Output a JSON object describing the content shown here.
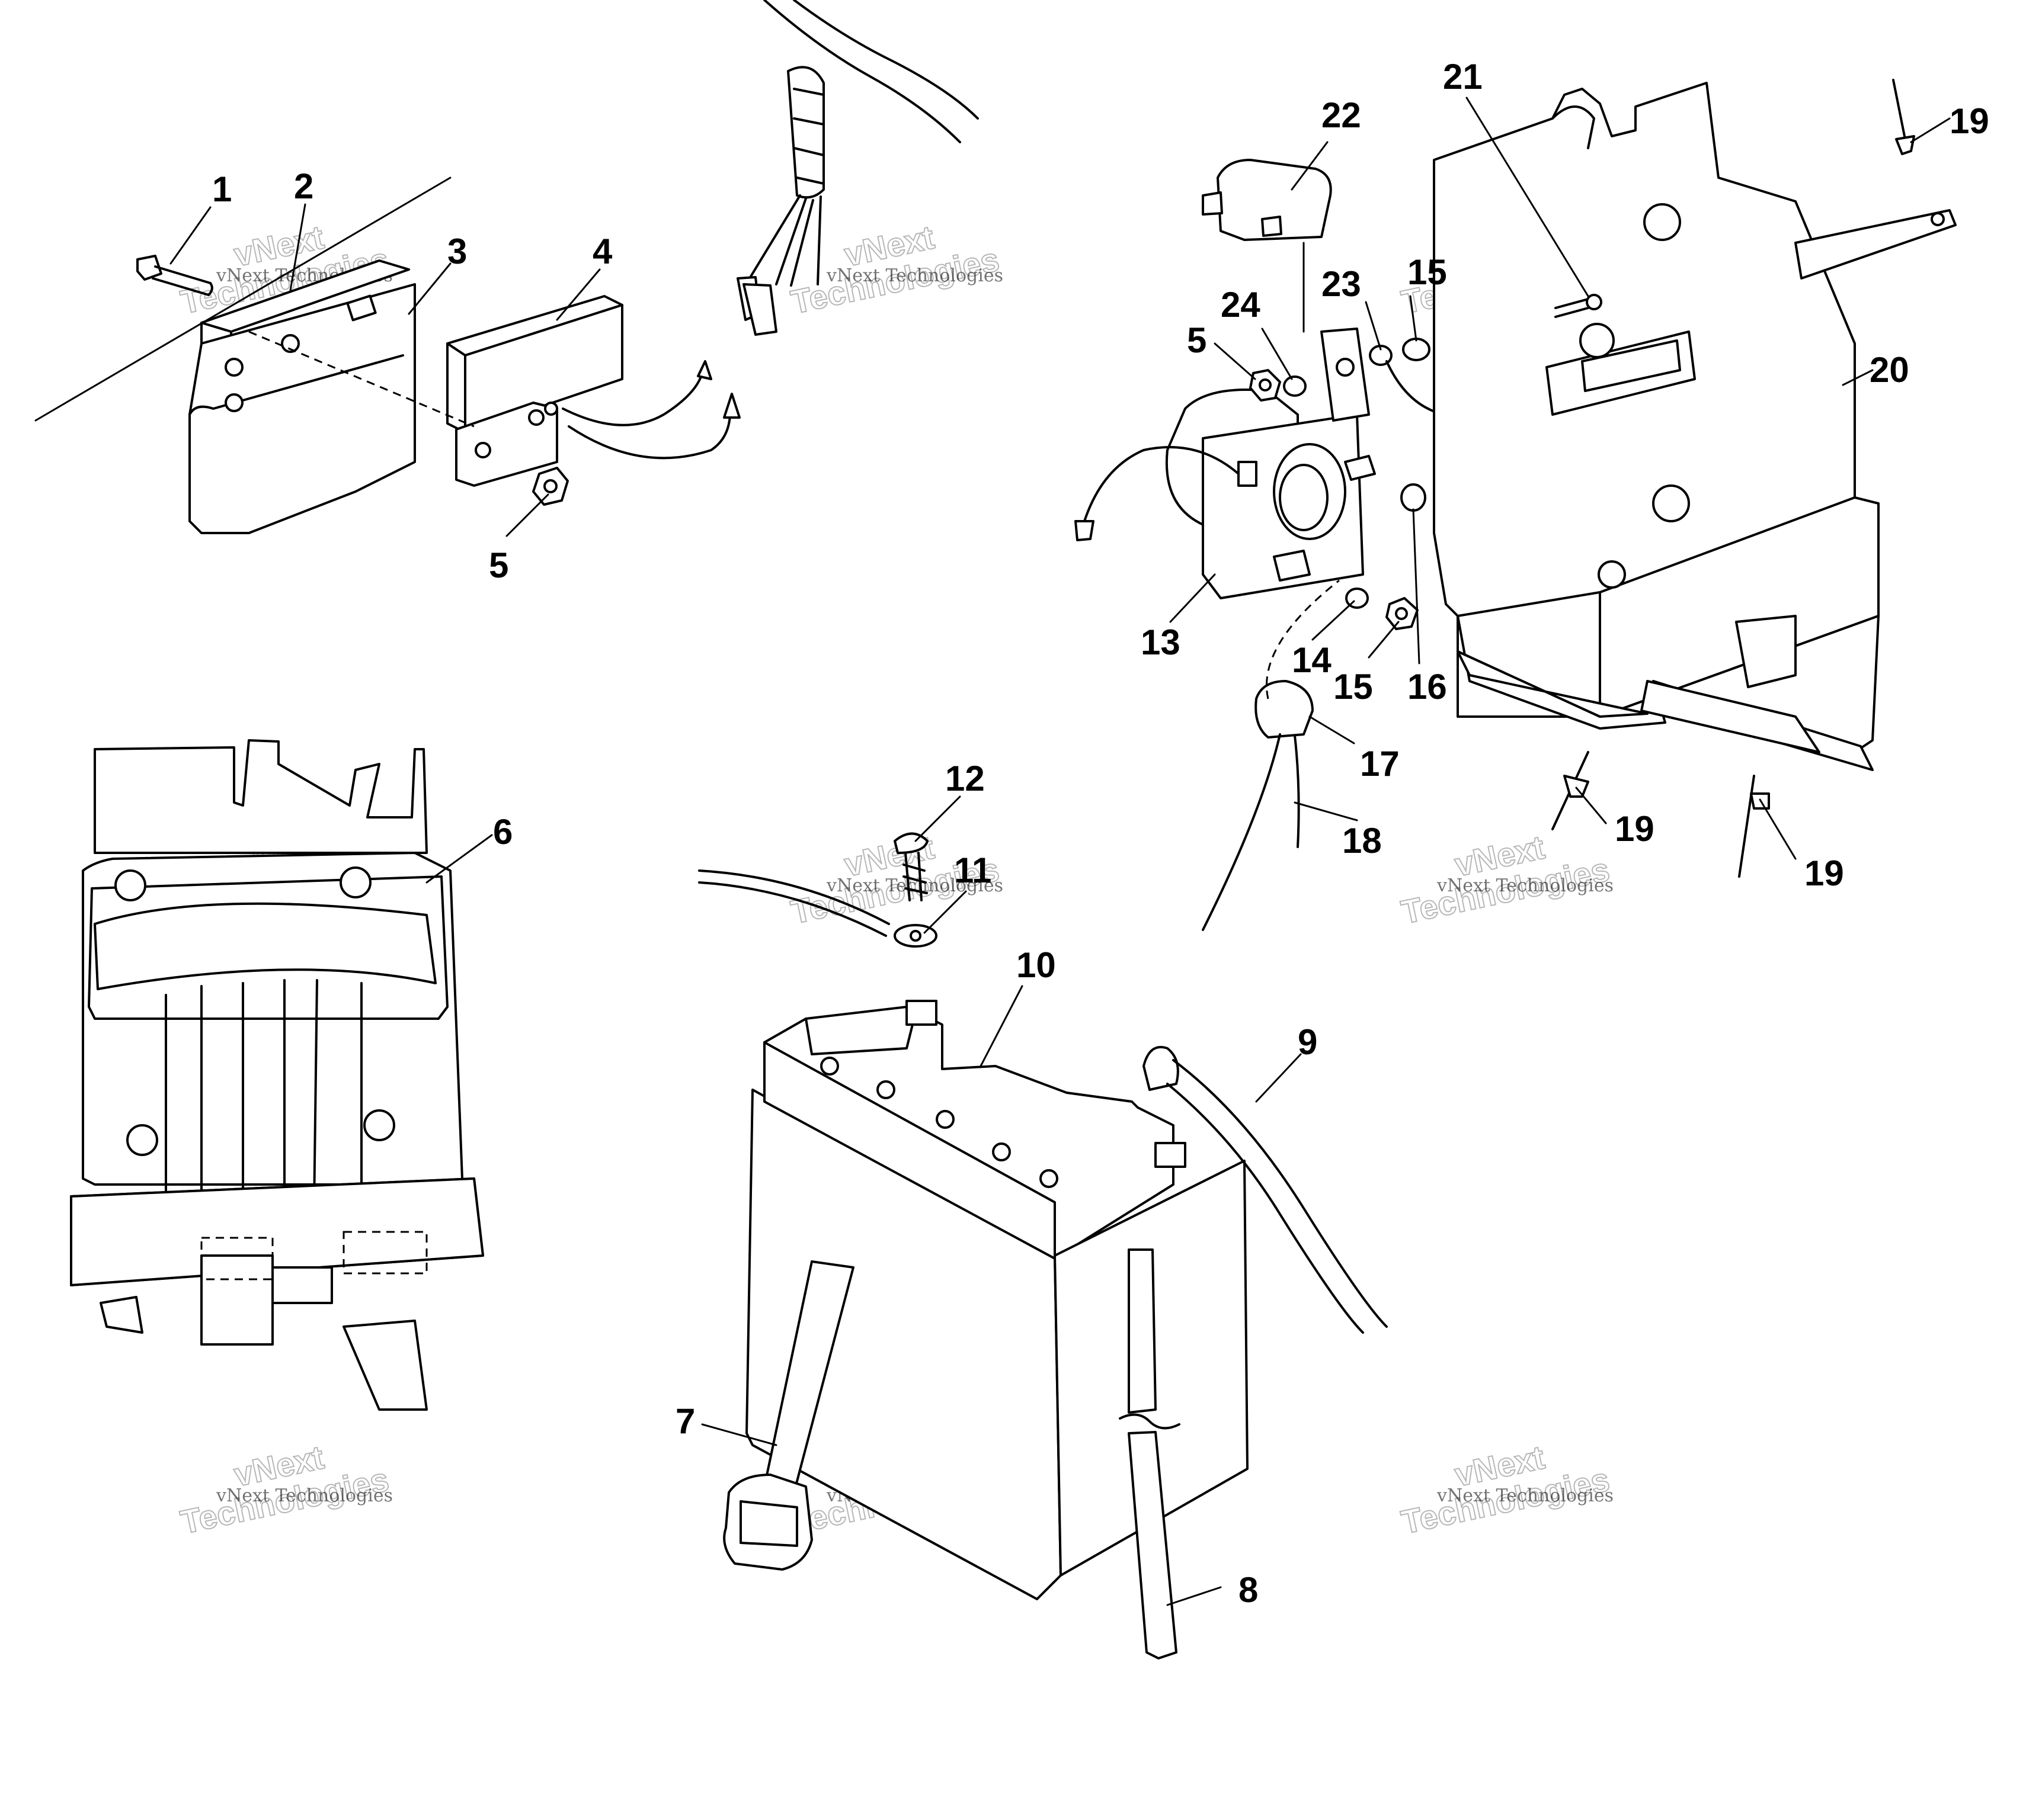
{
  "watermark": {
    "line_small": "vNext Technologies",
    "line_big_1": "vNext",
    "line_big_2": "Technologies"
  },
  "callouts": [
    "1",
    "2",
    "3",
    "4",
    "5",
    "5",
    "6",
    "7",
    "8",
    "9",
    "10",
    "11",
    "12",
    "13",
    "14",
    "15",
    "15",
    "16",
    "17",
    "18",
    "19",
    "19",
    "19",
    "20",
    "21",
    "22",
    "23",
    "24"
  ]
}
